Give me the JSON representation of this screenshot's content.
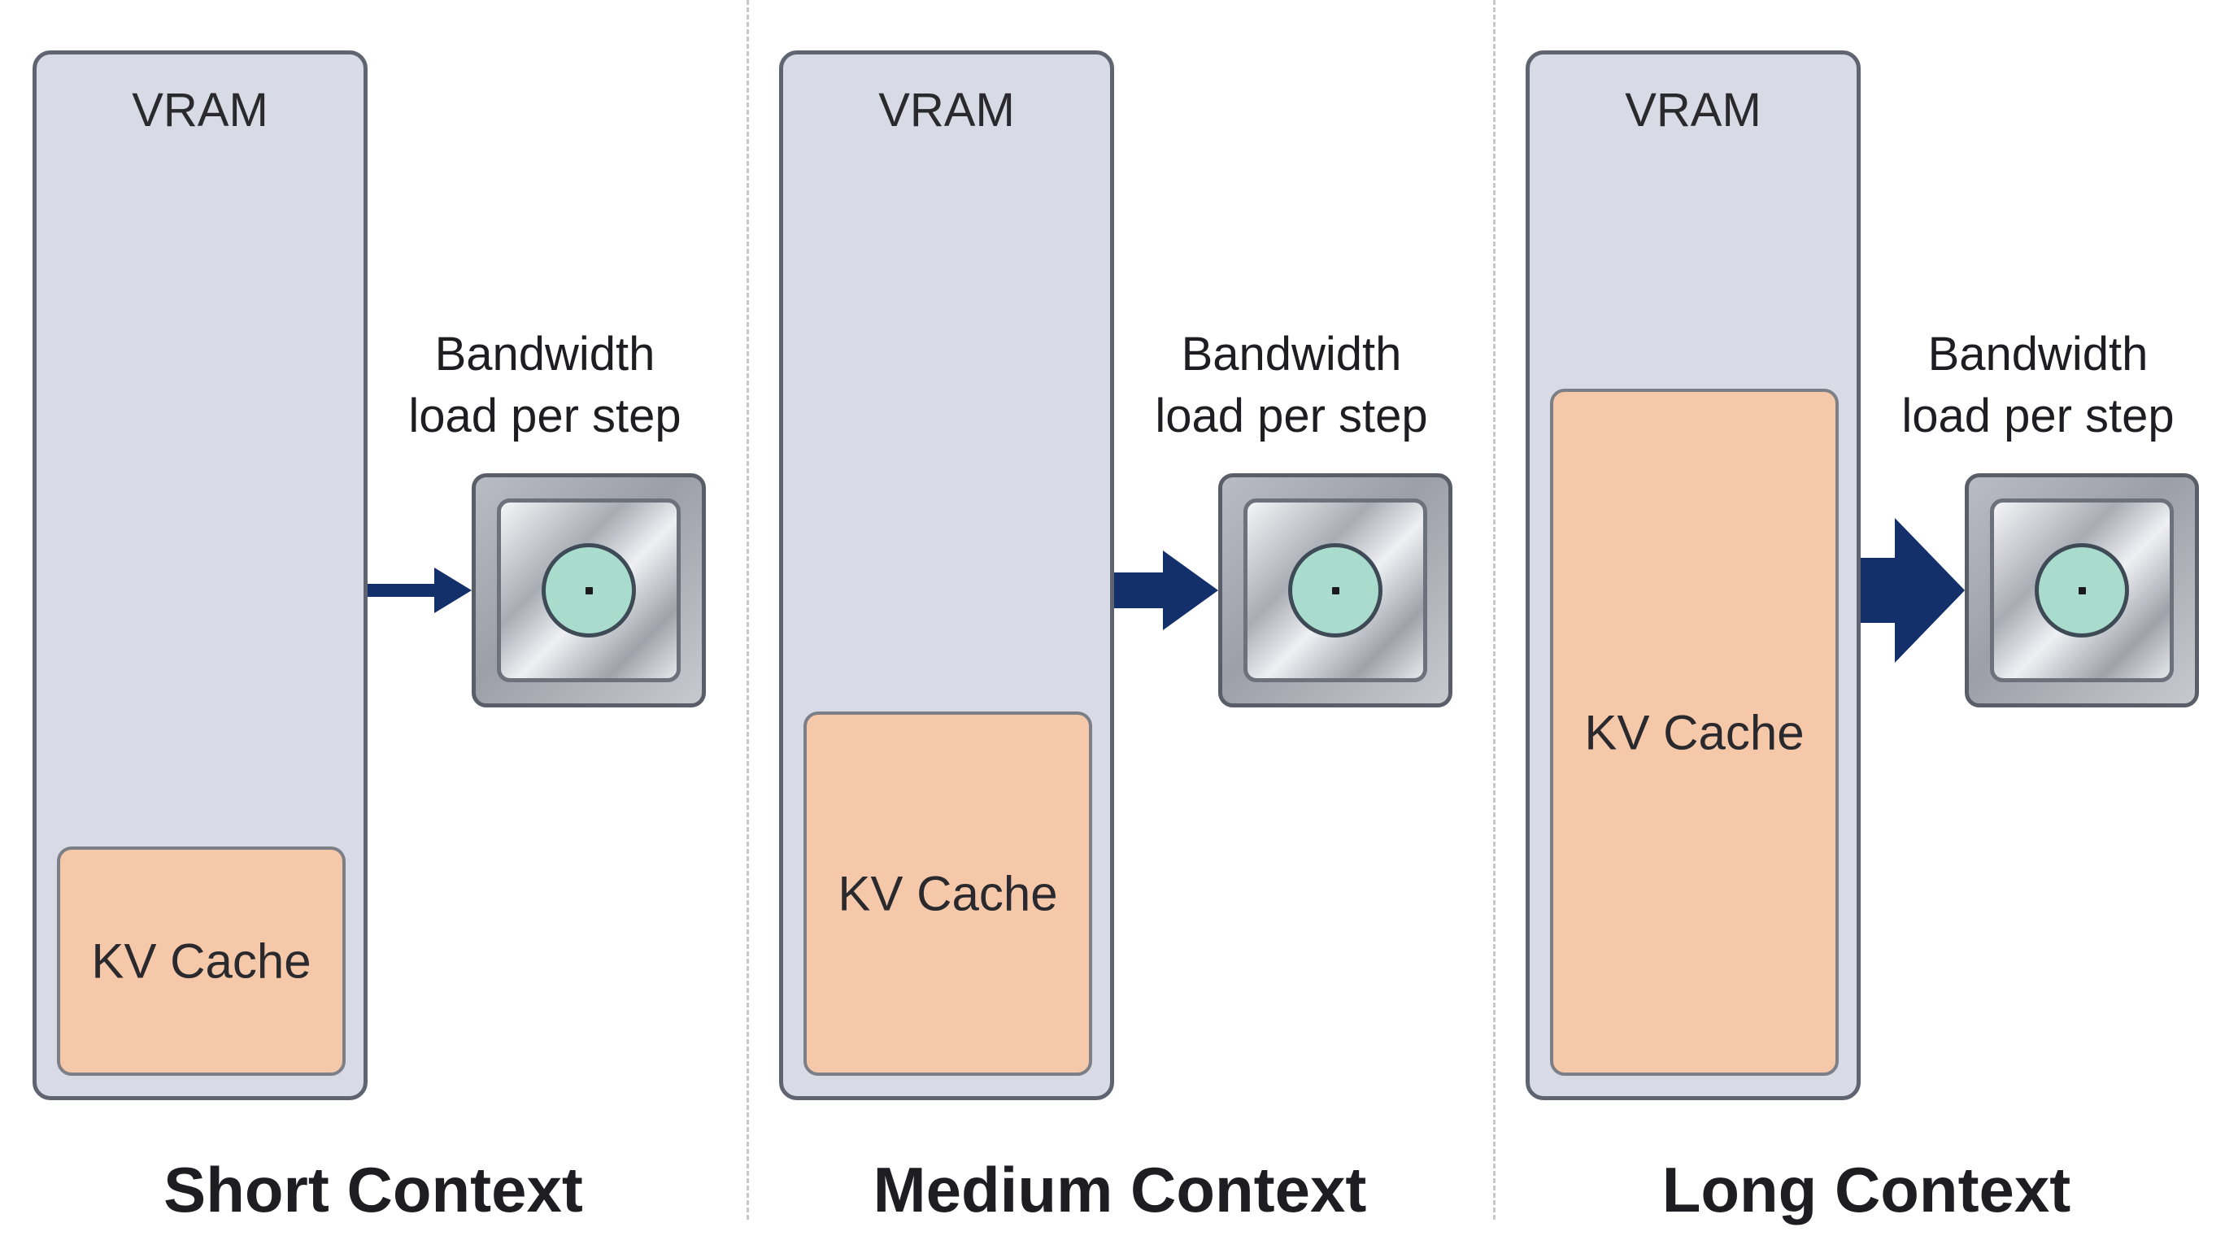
{
  "diagram": {
    "panels": [
      {
        "id": "short",
        "title": "Short Context",
        "vram_label": "VRAM",
        "kv_label": "KV Cache",
        "kv_fill_fraction": 0.22,
        "bandwidth_line1": "Bandwidth",
        "bandwidth_line2": "load per step",
        "arrow_size": "small",
        "arrow_color": "#14306a"
      },
      {
        "id": "medium",
        "title": "Medium Context",
        "vram_label": "VRAM",
        "kv_label": "KV Cache",
        "kv_fill_fraction": 0.35,
        "bandwidth_line1": "Bandwidth",
        "bandwidth_line2": "load per step",
        "arrow_size": "medium",
        "arrow_color": "#14306a"
      },
      {
        "id": "long",
        "title": "Long Context",
        "vram_label": "VRAM",
        "kv_label": "KV Cache",
        "kv_fill_fraction": 0.66,
        "bandwidth_line1": "Bandwidth",
        "bandwidth_line2": "load per step",
        "arrow_size": "large",
        "arrow_color": "#14306a"
      }
    ],
    "icons": {
      "processor": "chip-icon",
      "flow": "arrow-right-icon"
    },
    "colors": {
      "vram_fill": "#d8dbe5",
      "kv_cache_fill": "#f5c8aa",
      "chip_core": "#a9dccd",
      "arrow": "#14306a"
    }
  }
}
